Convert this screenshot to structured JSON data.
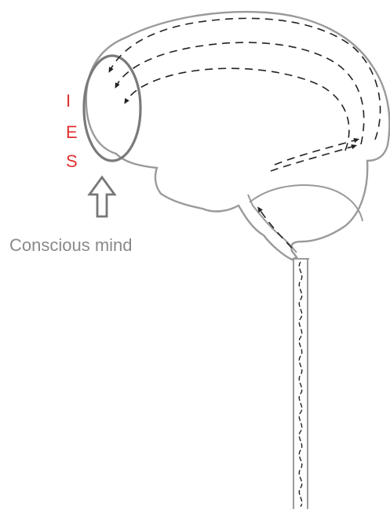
{
  "ies_letters": [
    "I",
    "E",
    "S"
  ],
  "caption": "Conscious mind",
  "colors": {
    "ies_text": "#e03030",
    "caption_text": "#8a8a8a",
    "outline": "#9a9a9a",
    "highlight_ellipse": "#7a7a7a",
    "flow_arrows": "#222222",
    "pointer_arrow": "#777777"
  },
  "icons": {
    "pointer": "up-arrow-icon",
    "flow": "arrow-icon"
  }
}
